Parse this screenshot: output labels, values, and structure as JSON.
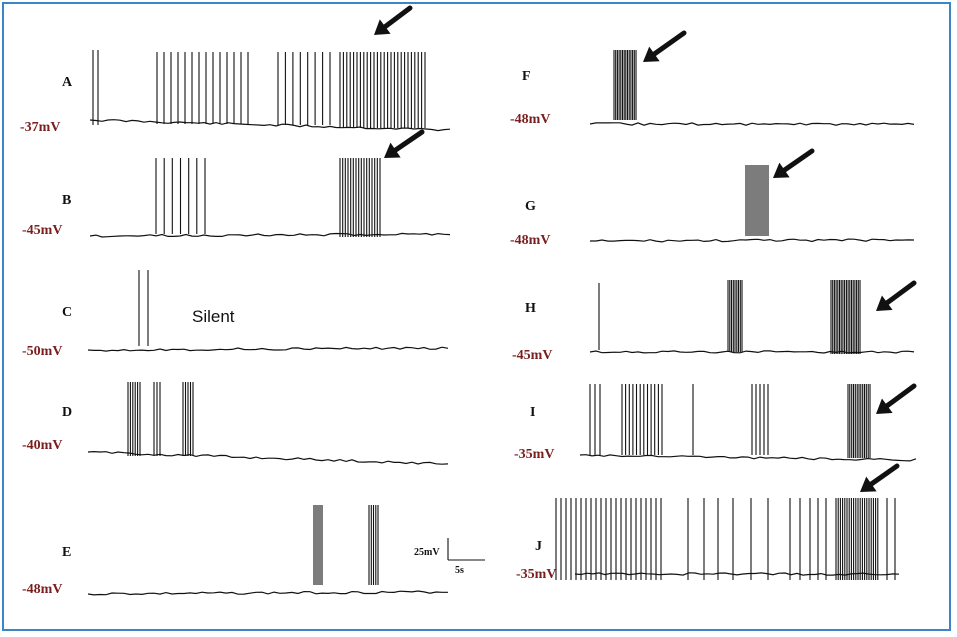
{
  "colors": {
    "frame": "#3a86c8",
    "voltage_label": "#7a1f1f",
    "trace": "#111111"
  },
  "panels": [
    {
      "letter": "A",
      "voltage": "-37mV"
    },
    {
      "letter": "B",
      "voltage": "-45mV"
    },
    {
      "letter": "C",
      "voltage": "-50mV",
      "annotation": "Silent"
    },
    {
      "letter": "D",
      "voltage": "-40mV"
    },
    {
      "letter": "E",
      "voltage": "-48mV"
    },
    {
      "letter": "F",
      "voltage": "-48mV"
    },
    {
      "letter": "G",
      "voltage": "-48mV"
    },
    {
      "letter": "H",
      "voltage": "-45mV"
    },
    {
      "letter": "I",
      "voltage": "-35mV"
    },
    {
      "letter": "J",
      "voltage": "-35mV"
    }
  ],
  "scale_bar": {
    "vertical": "25mV",
    "horizontal": "5s"
  },
  "arrow_icon": "arrow-icon"
}
